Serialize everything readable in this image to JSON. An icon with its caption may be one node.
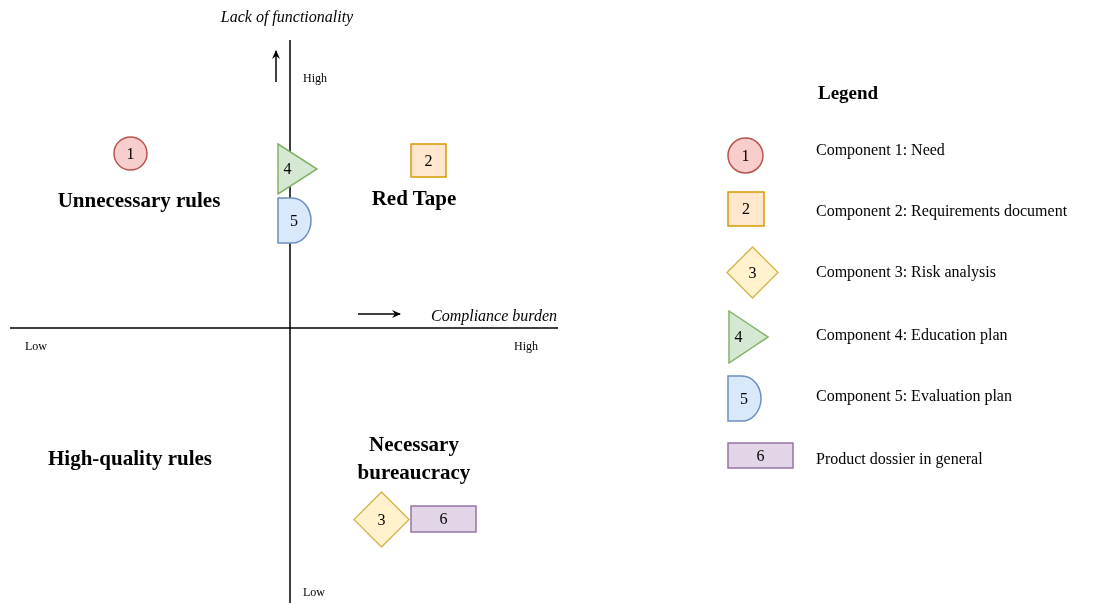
{
  "diagram": {
    "nodes": [
      {
        "text": [
          "1"
        ]
      },
      {
        "text": [
          "2"
        ]
      },
      {
        "text": [
          "3"
        ]
      },
      {
        "text": [
          "4"
        ]
      },
      {
        "text": [
          "5"
        ]
      },
      {
        "text": [
          "6"
        ]
      },
      {
        "text": [
          "1"
        ]
      },
      {
        "text": [
          "2"
        ]
      },
      {
        "text": [
          "3"
        ]
      },
      {
        "text": [
          "4"
        ]
      },
      {
        "text": [
          "5"
        ]
      },
      {
        "text": [
          "6"
        ]
      }
    ],
    "edges": [],
    "labels": [
      "Lack of functionality",
      "High",
      "Unnecessary rules",
      "Red Tape",
      "Compliance burden",
      "Low",
      "High",
      "High-quality rules",
      "Necessary bureaucracy",
      "Low",
      "Legend"
    ],
    "legend": [
      {
        "text": "Component 1: Need"
      },
      {
        "text": "Component 2: Requirements document"
      },
      {
        "text": "Component 3: Risk analysis"
      },
      {
        "text": "Component 4: Education plan"
      },
      {
        "text": "Component 5: Evaluation plan"
      },
      {
        "text": "Product dossier in general"
      }
    ]
  }
}
